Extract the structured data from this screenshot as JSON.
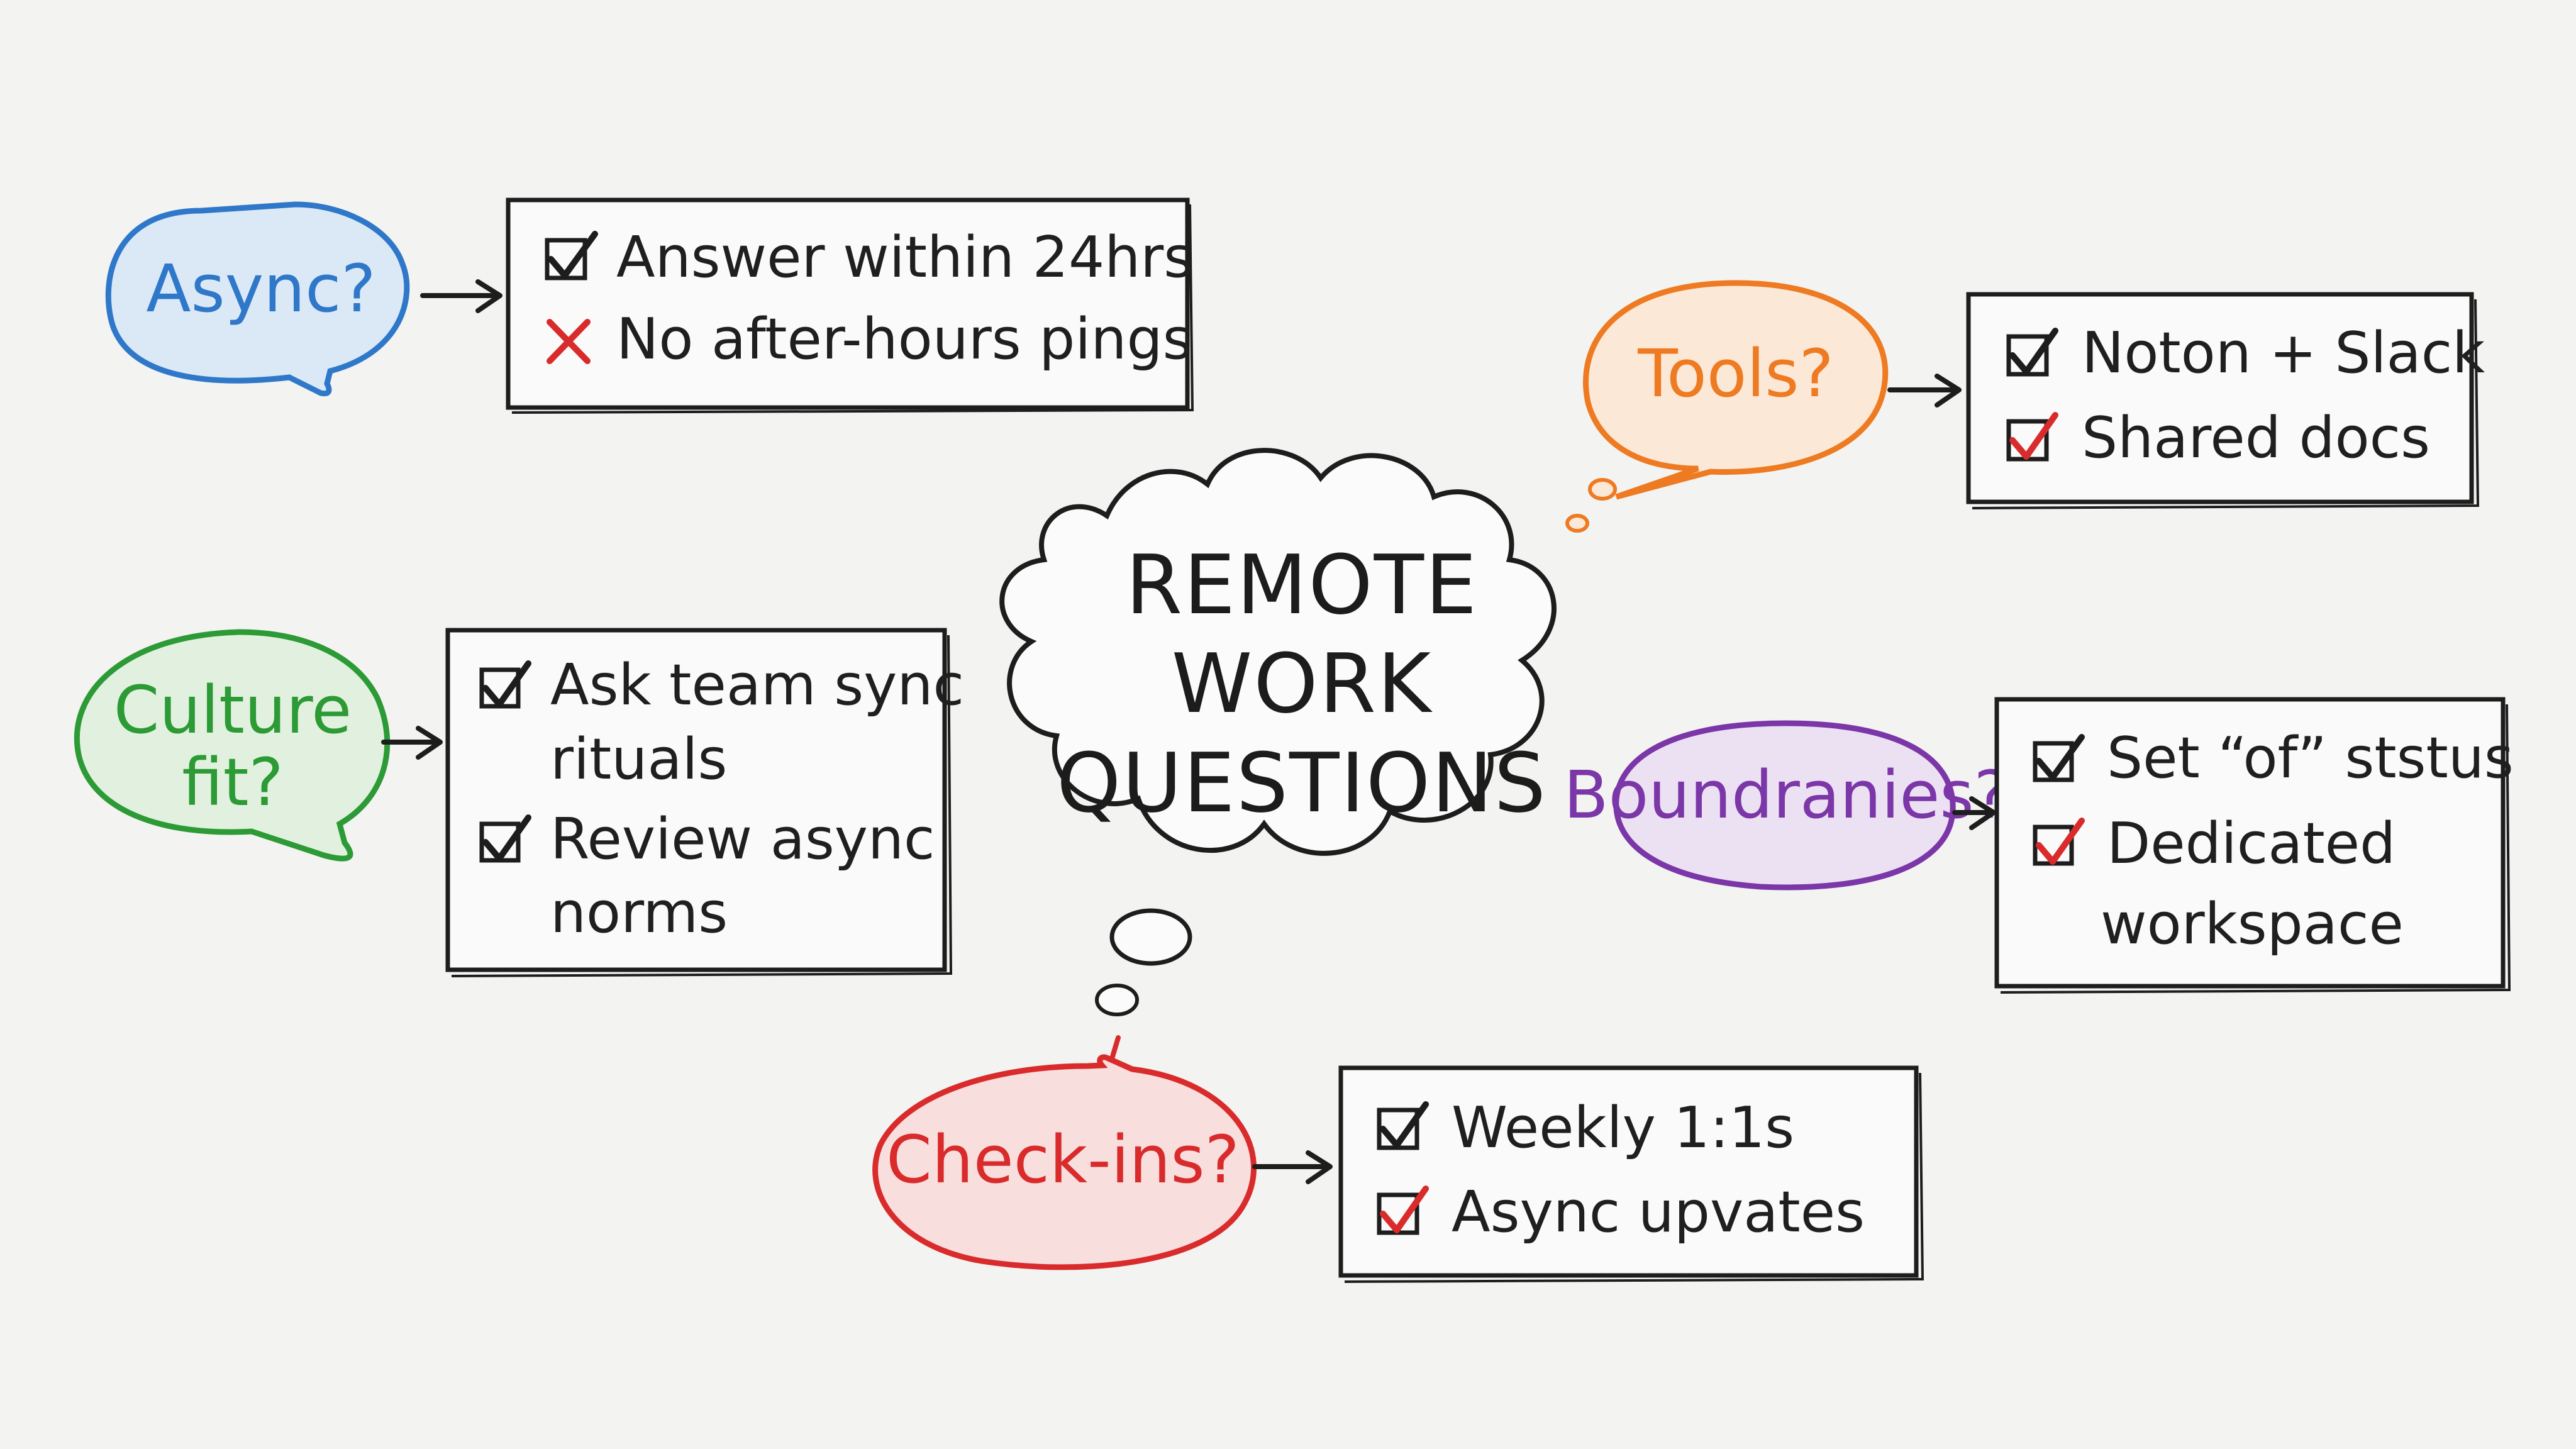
{
  "center": {
    "lines": [
      "REMOTE",
      "WORK",
      "QUESTIONS"
    ]
  },
  "colors": {
    "blue": "#2f78c9",
    "blue_fill": "#dbe9f7",
    "green": "#2c9a35",
    "green_fill": "#e2f1df",
    "orange": "#ee7a22",
    "orange_fill": "#fce8d6",
    "purple": "#7b36a8",
    "purple_fill": "#ece1f2",
    "red": "#d92b2b",
    "red_fill": "#f9dede",
    "ink": "#1d1d1d"
  },
  "nodes": {
    "async": {
      "label": "Async?",
      "items": [
        {
          "text": "Answer within 24hrs",
          "mark": "check"
        },
        {
          "text": "No after-hours pings",
          "mark": "cross"
        }
      ]
    },
    "culture": {
      "label_lines": [
        "Culture",
        "fit?"
      ],
      "items": [
        {
          "lines": [
            "Ask team sync",
            "rituals"
          ],
          "mark": "check"
        },
        {
          "lines": [
            "Review async",
            "norms"
          ],
          "mark": "check"
        }
      ]
    },
    "tools": {
      "label": "Tools?",
      "items": [
        {
          "text": "Noton + Slack",
          "mark": "check"
        },
        {
          "text": "Shared docs",
          "mark": "check-red"
        }
      ]
    },
    "boundaries": {
      "label": "Boundranies?",
      "items": [
        {
          "text": "Set “of” ststus",
          "mark": "check"
        },
        {
          "lines": [
            "Dedicated",
            "workspace"
          ],
          "mark": "check-red"
        }
      ]
    },
    "checkins": {
      "label": "Check-ins?",
      "items": [
        {
          "text": "Weekly 1:1s",
          "mark": "check"
        },
        {
          "text": "Async upvates",
          "mark": "check-red"
        }
      ]
    }
  }
}
